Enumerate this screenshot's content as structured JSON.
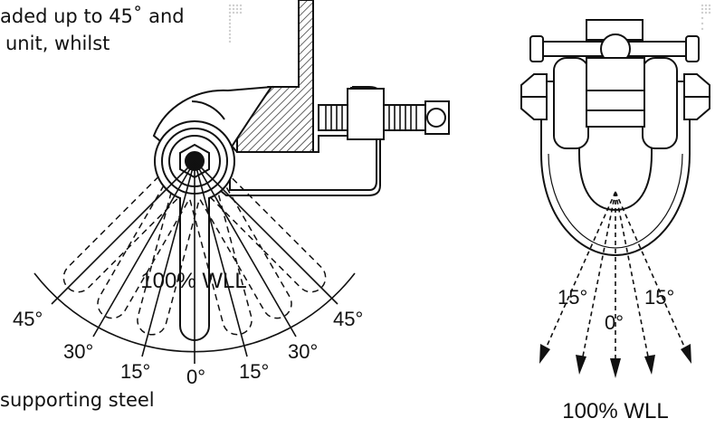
{
  "caption": {
    "line1": "aded up to 45˚ and",
    "line2": "unit, whilst",
    "line3": "supporting steel"
  },
  "left_diagram": {
    "center_label": "100% WLL",
    "angles": [
      "45°",
      "30°",
      "15°",
      "0°",
      "15°",
      "30°",
      "45°"
    ]
  },
  "right_diagram": {
    "angle_left": "15°",
    "angle_center": "0°",
    "angle_right": "15°",
    "bottom_label": "100% WLL"
  },
  "colors": {
    "line": "#111111",
    "hatch": "#222222"
  }
}
